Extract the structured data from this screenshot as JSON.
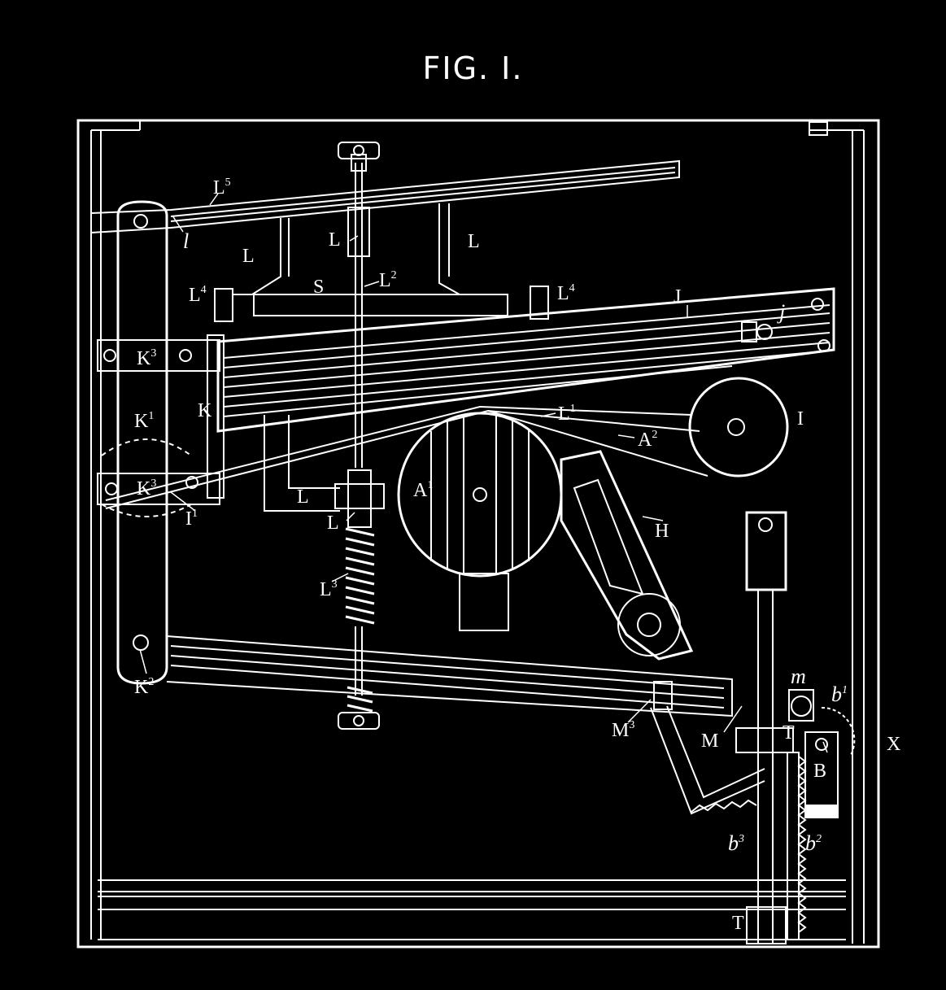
{
  "figure": {
    "title": "FIG. I.",
    "colors": {
      "background": "#000000",
      "line": "#ffffff"
    }
  },
  "labels": {
    "L5": {
      "main": "L",
      "sup": "5"
    },
    "l_small": {
      "main": "l",
      "sup": ""
    },
    "L_top_left": {
      "main": "L",
      "sup": ""
    },
    "L_top_mid": {
      "main": "L",
      "sup": ""
    },
    "L_top_right": {
      "main": "L",
      "sup": ""
    },
    "L4_left": {
      "main": "L",
      "sup": "4"
    },
    "L4_right": {
      "main": "L",
      "sup": "4"
    },
    "S": {
      "main": "S",
      "sup": ""
    },
    "L2": {
      "main": "L",
      "sup": "2"
    },
    "J": {
      "main": "J",
      "sup": ""
    },
    "j": {
      "main": "j",
      "sup": ""
    },
    "K3_top": {
      "main": "K",
      "sup": "3"
    },
    "K1": {
      "main": "K",
      "sup": "1"
    },
    "K": {
      "main": "K",
      "sup": ""
    },
    "L1": {
      "main": "L",
      "sup": "1"
    },
    "A2": {
      "main": "A",
      "sup": "2"
    },
    "I": {
      "main": "I",
      "sup": ""
    },
    "K3_bottom": {
      "main": "K",
      "sup": "3"
    },
    "I1": {
      "main": "I",
      "sup": "1"
    },
    "L_mid": {
      "main": "L",
      "sup": ""
    },
    "L_nut": {
      "main": "L",
      "sup": ""
    },
    "A1": {
      "main": "A",
      "sup": "1"
    },
    "H": {
      "main": "H",
      "sup": ""
    },
    "L3": {
      "main": "L",
      "sup": "3"
    },
    "K2": {
      "main": "K",
      "sup": "2"
    },
    "m": {
      "main": "m",
      "sup": ""
    },
    "b1": {
      "main": "b",
      "sup": "1"
    },
    "M3": {
      "main": "M",
      "sup": "3"
    },
    "M": {
      "main": "M",
      "sup": ""
    },
    "T_mid": {
      "main": "T",
      "sup": ""
    },
    "X": {
      "main": "X",
      "sup": ""
    },
    "B": {
      "main": "B",
      "sup": ""
    },
    "b3": {
      "main": "b",
      "sup": "3"
    },
    "b2": {
      "main": "b",
      "sup": "2"
    },
    "T_bottom": {
      "main": "T",
      "sup": ""
    }
  }
}
